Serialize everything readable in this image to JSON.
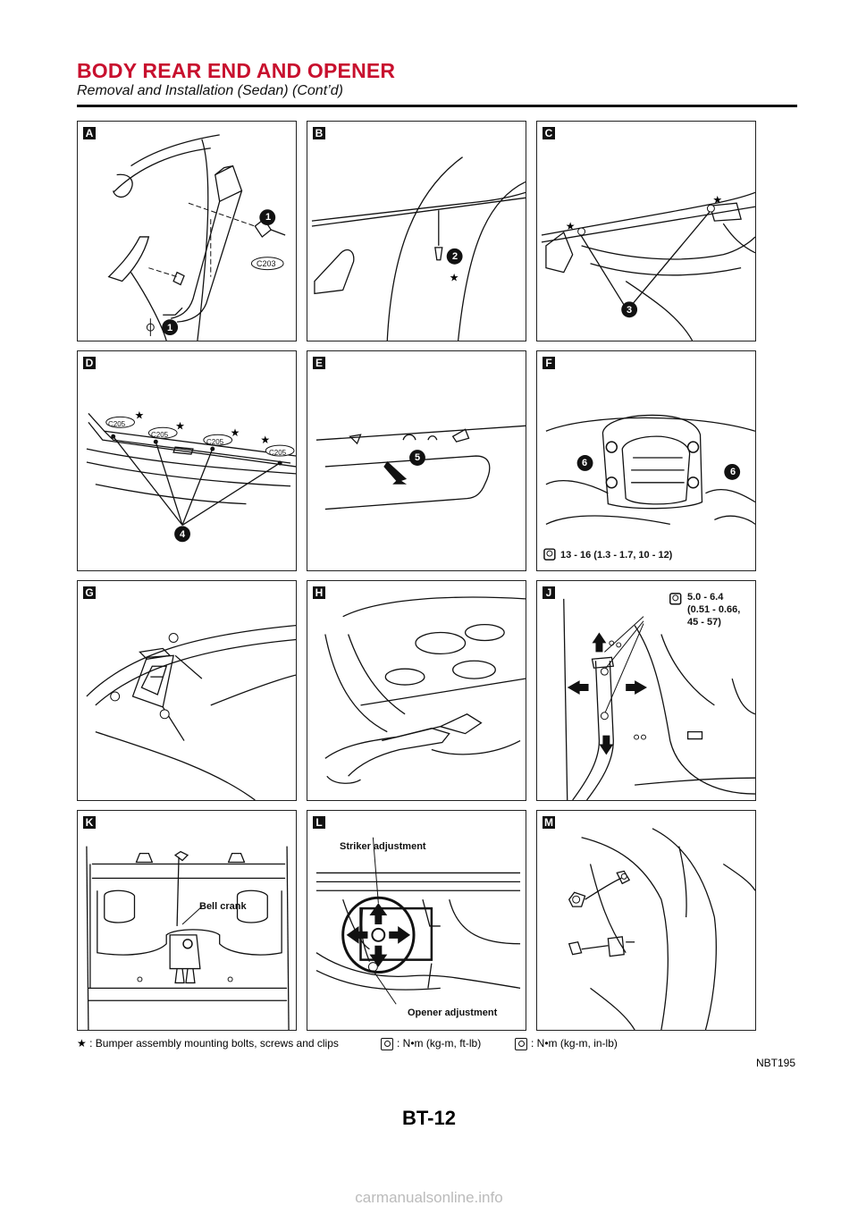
{
  "header": {
    "title": "BODY REAR END AND OPENER",
    "subtitle": "Removal and Installation (Sedan) (Cont’d)"
  },
  "panels": {
    "A": {
      "label": "A",
      "c1": "1",
      "c2": "1",
      "conn": "C203"
    },
    "B": {
      "label": "B",
      "c1": "2"
    },
    "C": {
      "label": "C",
      "c1": "3"
    },
    "D": {
      "label": "D",
      "c1": "4",
      "conn1": "C205",
      "conn2": "C205",
      "conn3": "C205",
      "conn4": "C205"
    },
    "E": {
      "label": "E",
      "c1": "5"
    },
    "F": {
      "label": "F",
      "c1": "6",
      "c2": "6",
      "torque": "13 - 16 (1.3 - 1.7, 10 - 12)"
    },
    "G": {
      "label": "G"
    },
    "H": {
      "label": "H"
    },
    "J": {
      "label": "J",
      "torque_l1": "5.0 - 6.4",
      "torque_l2": "(0.51 - 0.66,",
      "torque_l3": "45 - 57)"
    },
    "K": {
      "label": "K",
      "text": "Bell crank"
    },
    "L": {
      "label": "L",
      "text1": "Striker adjustment",
      "text2": "Opener adjustment"
    },
    "M": {
      "label": "M"
    }
  },
  "legend": {
    "star": ": Bumper assembly mounting bolts, screws and clips",
    "nm_ft": ": N•m (kg-m, ft-lb)",
    "nm_in": ": N•m (kg-m, in-lb)"
  },
  "ref_code": "NBT195",
  "page_number": "BT-12",
  "watermark": "carmanualsonline.info"
}
